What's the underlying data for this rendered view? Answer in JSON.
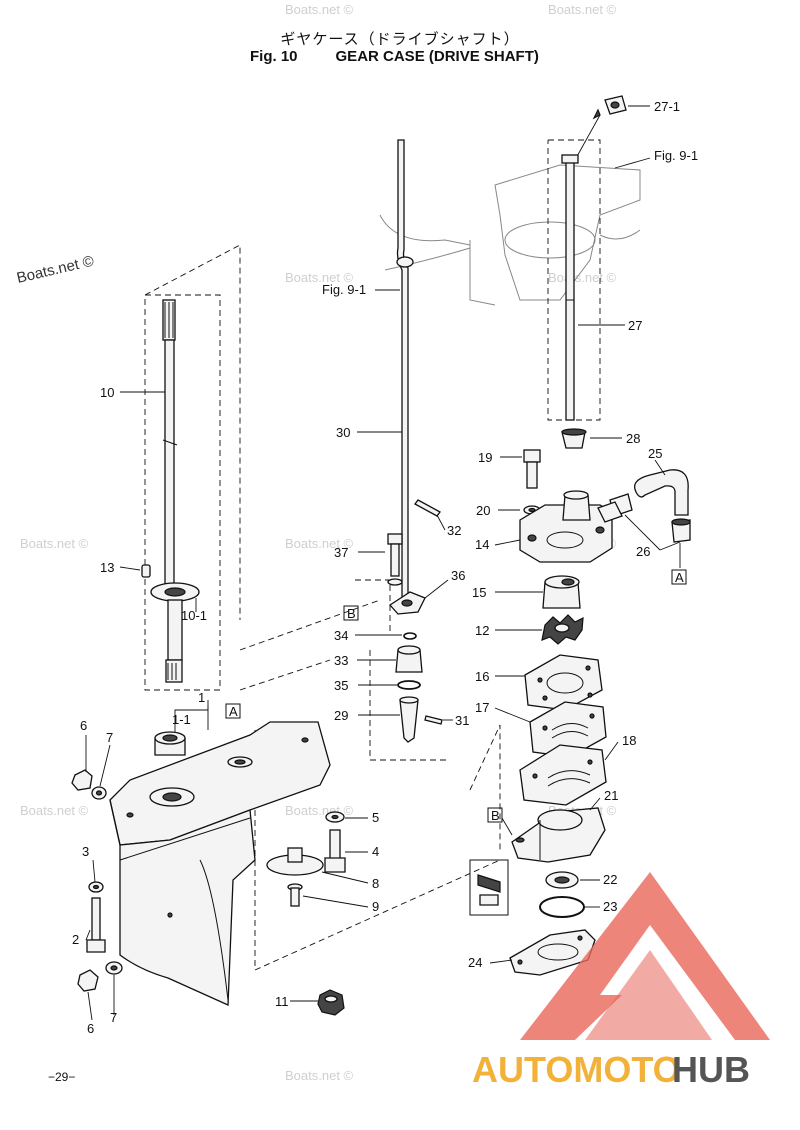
{
  "header": {
    "title_jp": "ギヤケース（ドライブシャフト）",
    "fig_label": "Fig. 10",
    "title_en": "GEAR CASE (DRIVE SHAFT)"
  },
  "watermark": {
    "main": "Boats.net ©",
    "faint": "Boats.net ©"
  },
  "logo": {
    "left": "AUTOMOTO",
    "right": "HUB",
    "color_left": "#f2b23a",
    "color_right": "#555555",
    "color_triangle": "#e8665a"
  },
  "page_number": "−29−",
  "callouts": [
    {
      "id": "c27-1",
      "text": "27-1"
    },
    {
      "id": "cfig91a",
      "text": "Fig. 9-1"
    },
    {
      "id": "cfig91b",
      "text": "Fig. 9-1"
    },
    {
      "id": "c27",
      "text": "27"
    },
    {
      "id": "c10",
      "text": "10"
    },
    {
      "id": "c30",
      "text": "30"
    },
    {
      "id": "c28",
      "text": "28"
    },
    {
      "id": "c19",
      "text": "19"
    },
    {
      "id": "c25",
      "text": "25"
    },
    {
      "id": "c20",
      "text": "20"
    },
    {
      "id": "c32",
      "text": "32"
    },
    {
      "id": "c14",
      "text": "14"
    },
    {
      "id": "c26",
      "text": "26"
    },
    {
      "id": "cA1",
      "text": "A"
    },
    {
      "id": "c37",
      "text": "37"
    },
    {
      "id": "c36",
      "text": "36"
    },
    {
      "id": "c13",
      "text": "13"
    },
    {
      "id": "c15",
      "text": "15"
    },
    {
      "id": "cB1",
      "text": "B"
    },
    {
      "id": "c10-1",
      "text": "10-1"
    },
    {
      "id": "c34",
      "text": "34"
    },
    {
      "id": "c12",
      "text": "12"
    },
    {
      "id": "c33",
      "text": "33"
    },
    {
      "id": "c16",
      "text": "16"
    },
    {
      "id": "c35",
      "text": "35"
    },
    {
      "id": "c1",
      "text": "1"
    },
    {
      "id": "c1-1",
      "text": "1-1"
    },
    {
      "id": "cA2",
      "text": "A"
    },
    {
      "id": "c29",
      "text": "29"
    },
    {
      "id": "c31",
      "text": "31"
    },
    {
      "id": "c17",
      "text": "17"
    },
    {
      "id": "c18",
      "text": "18"
    },
    {
      "id": "c6a",
      "text": "6"
    },
    {
      "id": "c7a",
      "text": "7"
    },
    {
      "id": "c21",
      "text": "21"
    },
    {
      "id": "c5",
      "text": "5"
    },
    {
      "id": "cB2",
      "text": "B"
    },
    {
      "id": "c4",
      "text": "4"
    },
    {
      "id": "c3",
      "text": "3"
    },
    {
      "id": "c8",
      "text": "8"
    },
    {
      "id": "c22",
      "text": "22"
    },
    {
      "id": "c9",
      "text": "9"
    },
    {
      "id": "c23",
      "text": "23"
    },
    {
      "id": "c2",
      "text": "2"
    },
    {
      "id": "c24",
      "text": "24"
    },
    {
      "id": "c11",
      "text": "11"
    },
    {
      "id": "c6b",
      "text": "6"
    },
    {
      "id": "c7b",
      "text": "7"
    }
  ]
}
